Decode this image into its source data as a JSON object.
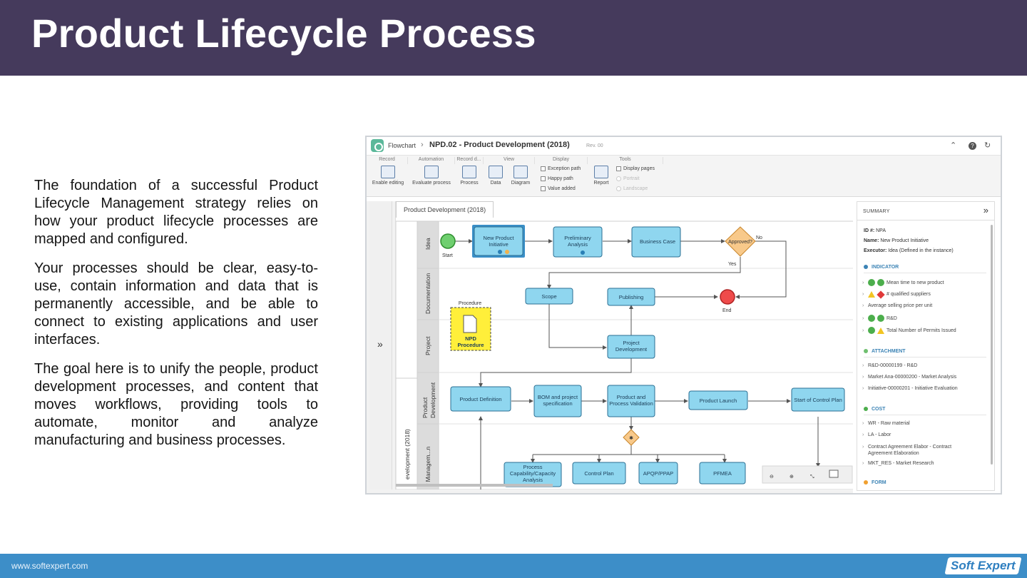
{
  "slide": {
    "title": "Product Lifecycle Process",
    "paragraphs": [
      "The foundation of a successful Product Lifecycle Management strategy relies on how your product lifecycle processes are mapped and configured.",
      "Your processes should be clear, easy-to-use, contain information and data that is permanently accessible, and be able to connect to existing applications and user interfaces.",
      "The goal here is to unify the people, product development processes, and content that moves workflows, providing tools to automate, monitor and analyze manufacturing and business processes."
    ],
    "footer_url": "www.softexpert.com",
    "logo_text": "Soft Expert"
  },
  "app": {
    "breadcrumb_root": "Flowchart",
    "breadcrumb_main": "NPD.02 - Product Development (2018)",
    "revision": "Rev. 00",
    "top_icons": [
      "collapse-up-icon",
      "help-icon",
      "refresh-icon"
    ]
  },
  "ribbon": {
    "groups": [
      "Record",
      "Automation",
      "Record d...",
      "View",
      "Display",
      "Tools"
    ],
    "buttons": [
      "Enable editing",
      "Evaluate process",
      "Process",
      "Data",
      "Diagram",
      "Report"
    ],
    "checks": [
      "Exception path",
      "Happy path",
      "Value added",
      "Display pages",
      "Portrait",
      "Landscape"
    ]
  },
  "diagram": {
    "tab": "Product Development (2018)",
    "pool_label": "evelopment (2018)",
    "lanes": [
      "Idea",
      "Documentation",
      "Project",
      "Product Development",
      "y Managem...n"
    ],
    "nodes": {
      "start": "Start",
      "end": "End",
      "npi": [
        "New Product",
        "Initiative"
      ],
      "pre": [
        "Preliminary",
        "Analysis"
      ],
      "bc": "Business Case",
      "approved": "Approved?",
      "no": "No",
      "yes": "Yes",
      "scope": "Scope",
      "publishing": "Publishing",
      "procedure_label": "Procedure",
      "npd": [
        "NPD",
        "Procedure"
      ],
      "projdev": [
        "Project",
        "Development"
      ],
      "pdef": "Product Definition",
      "bom": [
        "BOM and project",
        "specification"
      ],
      "ppv": [
        "Product and",
        "Process Validation"
      ],
      "launch": "Product Launch",
      "scp": "Start of Control Plan",
      "pcap": [
        "Process",
        "Capability/Capacity",
        "Analysis"
      ],
      "cplan": "Control Plan",
      "apqp": "APQP/PPAP",
      "pfmea": "PFMEA"
    }
  },
  "summary": {
    "title": "SUMMARY",
    "id_label": "ID #:",
    "id_value": "NPA",
    "name_label": "Name:",
    "name_value": "New Product Initiative",
    "exec_label": "Executor:",
    "exec_value": "Idea (Defined in the instance)",
    "sections": {
      "indicator": "INDICATOR",
      "attachment": "ATTACHMENT",
      "cost": "COST",
      "form": "FORM"
    },
    "indicators": [
      "Mean time to new product",
      "# qualified suppliers",
      "Average selling price per unit",
      "R&D",
      "Total Number of Permits Issued"
    ],
    "attachments": [
      "R&D-00000199 - R&D",
      "Market Ana-00000200 - Market Analysis",
      "Initiative-00000201 - Initiative Evaluation"
    ],
    "costs": [
      "WR - Raw material",
      "LA - Labor",
      "Contract Agreement Elabor - Contract Agreement Elaboration",
      "MKT_RES - Market Research"
    ]
  },
  "colors": {
    "header": "#453a5c",
    "footer": "#3d8ec8",
    "task_fill": "#8fd6ef",
    "task_stroke": "#2b6f93",
    "gateway": "#f8c98a",
    "start": "#6fcf6f",
    "end": "#ef4b4b",
    "procedure": "#ffef3a"
  }
}
